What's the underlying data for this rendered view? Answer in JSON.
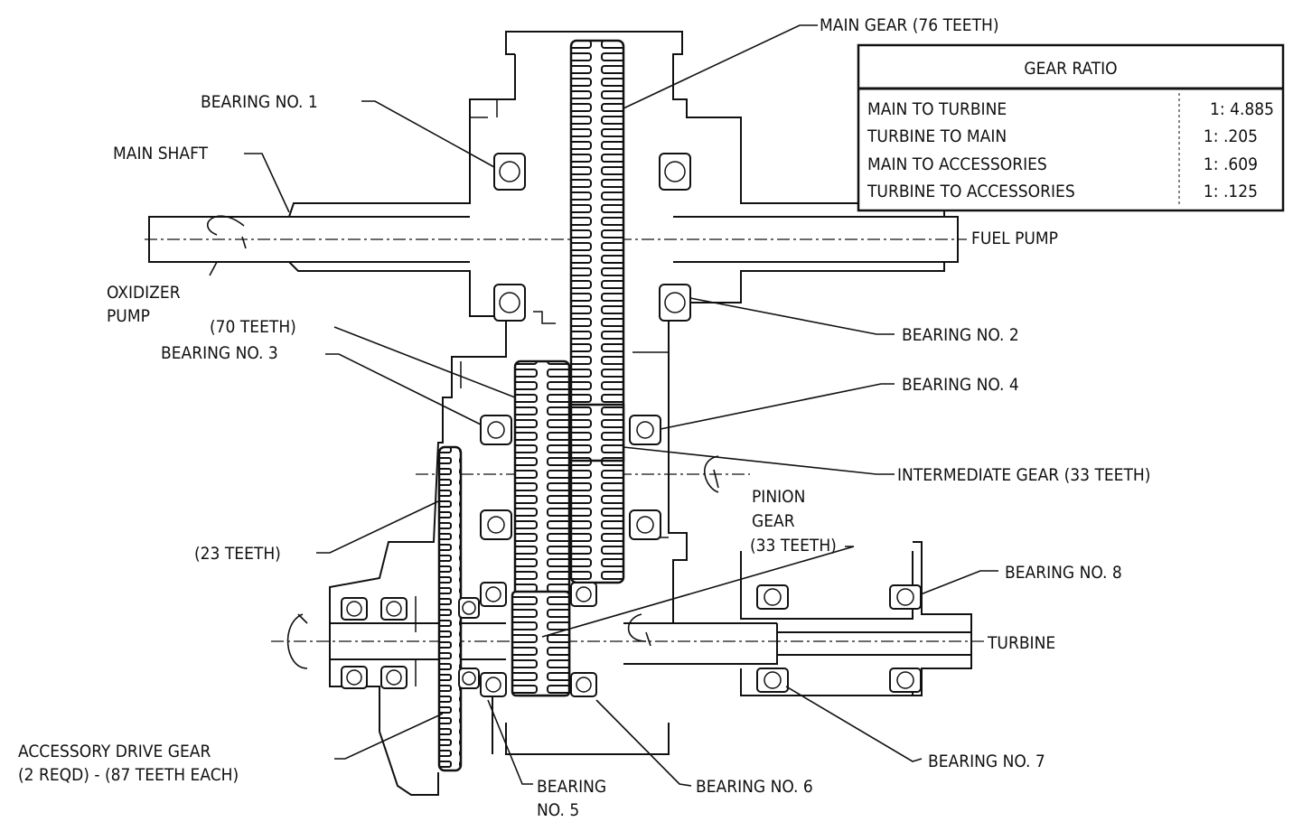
{
  "labels": {
    "main_gear": "MAIN GEAR (76 TEETH)",
    "bearing_1": "BEARING NO. 1",
    "main_shaft": "MAIN SHAFT",
    "oxidizer_pump_1": "OXIDIZER",
    "oxidizer_pump_2": "PUMP",
    "fuel_pump": "FUEL PUMP",
    "teeth_70": "(70 TEETH)",
    "bearing_3": "BEARING NO. 3",
    "bearing_2": "BEARING NO. 2",
    "bearing_4": "BEARING NO. 4",
    "intermediate_gear": "INTERMEDIATE GEAR (33 TEETH)",
    "pinion_gear_1": "PINION",
    "pinion_gear_2": "GEAR",
    "pinion_gear_3": "(33 TEETH)",
    "teeth_23": "(23 TEETH)",
    "bearing_8": "BEARING NO. 8",
    "turbine": "TURBINE",
    "accessory_gear_1": "ACCESSORY DRIVE GEAR",
    "accessory_gear_2": "(2 REQD) - (87 TEETH EACH)",
    "bearing_5_1": "BEARING",
    "bearing_5_2": "NO. 5",
    "bearing_6": "BEARING NO. 6",
    "bearing_7": "BEARING NO. 7"
  },
  "gear_ratio_table": {
    "title": "GEAR RATIO",
    "rows": [
      {
        "name": "MAIN TO TURBINE",
        "ratio": "1: 4.885"
      },
      {
        "name": "TURBINE TO MAIN",
        "ratio": "1: .205"
      },
      {
        "name": "MAIN TO ACCESSORIES",
        "ratio": "1: .609"
      },
      {
        "name": "TURBINE TO ACCESSORIES",
        "ratio": "1: .125"
      }
    ]
  }
}
